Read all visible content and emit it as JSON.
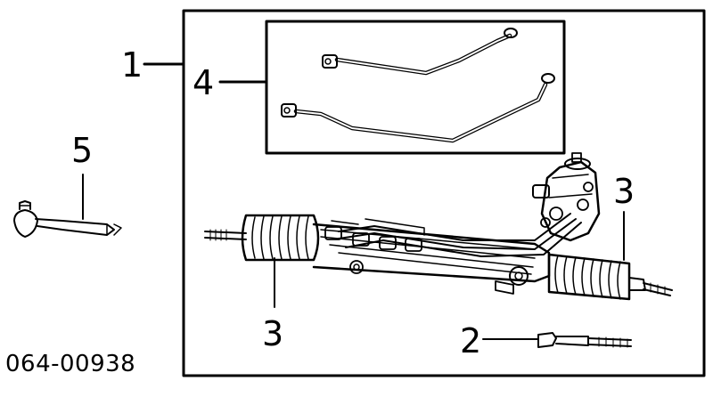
{
  "callouts": {
    "c1": "1",
    "c2": "2",
    "c3_left": "3",
    "c3_right": "3",
    "c4": "4",
    "c5": "5"
  },
  "diagram_code": "064-00938",
  "colors": {
    "line": "#000000",
    "background": "#ffffff"
  }
}
